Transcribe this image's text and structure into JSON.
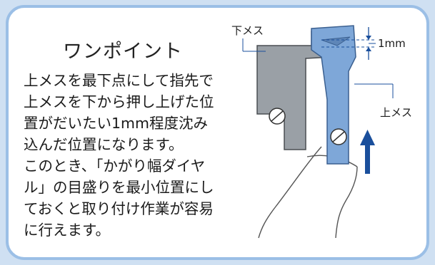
{
  "tip": {
    "title": "ワンポイント",
    "lines": [
      "上メスを最下点にして指先で",
      "上メスを下から押し上げた位",
      "置がだいたい1mm程度沈み",
      "込んだ位置になります。",
      "このとき、「かがり幅ダイヤ",
      "ル」の目盛りを最小位置にし",
      "ておくと取り付け作業が容易",
      "に行えます。"
    ]
  },
  "diagram": {
    "lower_knife_label": "下メス",
    "upper_knife_label": "上メス",
    "gap_label": "1mm",
    "colors": {
      "lower_knife": "#9aa0a6",
      "upper_knife": "#7ea7d8",
      "arrow": "#1a4f9c",
      "frame": "#9bbfe6"
    }
  }
}
